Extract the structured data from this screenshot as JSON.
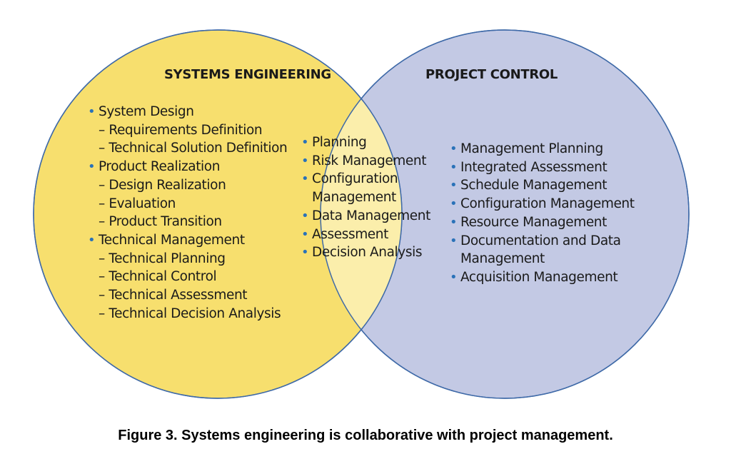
{
  "systems_engineering": {
    "title": "SYSTEMS ENGINEERING",
    "items": [
      {
        "text": "System Design",
        "level": 0
      },
      {
        "text": "– Requirements Definition",
        "level": 1
      },
      {
        "text": "– Technical Solution Definition",
        "level": 1
      },
      {
        "text": "Product Realization",
        "level": 0
      },
      {
        "text": "– Design Realization",
        "level": 1
      },
      {
        "text": "– Evaluation",
        "level": 1
      },
      {
        "text": "– Product Transition",
        "level": 1
      },
      {
        "text": "Technical Management",
        "level": 0
      },
      {
        "text": "– Technical Planning",
        "level": 1
      },
      {
        "text": "– Technical Control",
        "level": 1
      },
      {
        "text": "– Technical Assessment",
        "level": 1
      },
      {
        "text": "– Technical Decision Analysis",
        "level": 1
      }
    ]
  },
  "overlap": {
    "items": [
      {
        "text": "Planning",
        "level": 0
      },
      {
        "text": "Risk Management",
        "level": 0
      },
      {
        "text": "Configuration",
        "level": 0
      },
      {
        "text": "Management",
        "level": 2
      },
      {
        "text": "Data Management",
        "level": 0
      },
      {
        "text": "Assessment",
        "level": 0
      },
      {
        "text": "Decision Analysis",
        "level": 0
      }
    ]
  },
  "project_control": {
    "title": "PROJECT CONTROL",
    "items": [
      {
        "text": "Management Planning",
        "level": 0
      },
      {
        "text": "Integrated Assessment",
        "level": 0
      },
      {
        "text": "Schedule Management",
        "level": 0
      },
      {
        "text": "Configuration Management",
        "level": 0
      },
      {
        "text": "Resource Management",
        "level": 0
      },
      {
        "text": "Documentation and Data",
        "level": 0
      },
      {
        "text": "Management",
        "level": 2
      },
      {
        "text": "Acquisition Management",
        "level": 0
      }
    ]
  },
  "caption": "Figure 3. Systems engineering is collaborative with project management.",
  "colors": {
    "left_circle": "#f7df6e",
    "right_circle": "#c3c9e4",
    "overlap": "#fbeeab",
    "outline": "#3f6aa8",
    "bullet": "#2a72b8"
  }
}
